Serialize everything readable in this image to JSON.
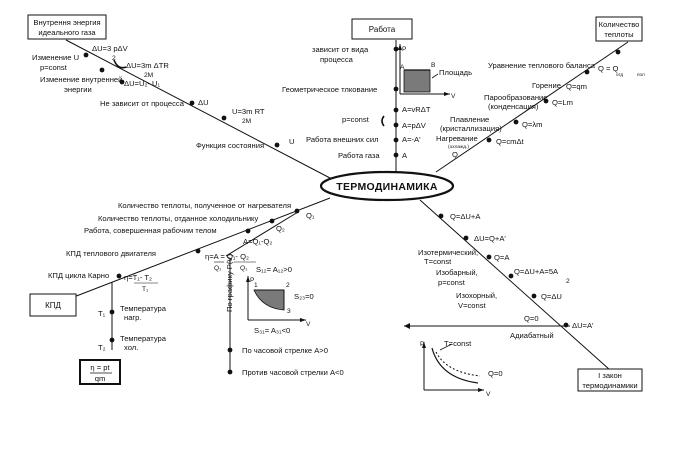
{
  "center": "ТЕРМОДИНАМИКА",
  "boxes": {
    "internal_energy": [
      "Внутрення энергия",
      "идеального газа"
    ],
    "work": "Работа",
    "heat": [
      "Количество",
      "теплоты"
    ],
    "efficiency": "КПД",
    "first_law": [
      "I закон",
      "термодинамики"
    ],
    "efficiency_formula": [
      "η = pt",
      "qm"
    ]
  },
  "internal_energy_branch": {
    "change_u": [
      "Изменение U",
      "p=const"
    ],
    "change_u_formula": [
      "ΔU=3 pΔV",
      "2"
    ],
    "change_u2": [
      "Изменение внутренней",
      "энергии"
    ],
    "du_formula": [
      "ΔU=3m ΔTR",
      "2M"
    ],
    "du_u2_u1": "ΔU=U₂- U₁",
    "independent": "Не зависит от процесса",
    "du": "ΔU",
    "u_formula": [
      "U=3m RT",
      "2M"
    ],
    "state_function": "Функция состояния",
    "u": "U"
  },
  "work_branch": {
    "depends": [
      "зависит от вида",
      "процесса"
    ],
    "geometric": "Геометрическое тлкование",
    "area": "Площадь",
    "axis_p": "P",
    "axis_v": "V",
    "point_a": "A",
    "point_b": "B",
    "pconst": "p=const",
    "a_vrt": "A=vRΔT",
    "a_pdv": "A=pΔV",
    "external": "Работа внешних сил",
    "a_minus": "A=-A'",
    "gas_work": "Работа газа",
    "a": "A"
  },
  "heat_branch": {
    "balance": "Уравнение теплового баланса",
    "balance_formula": "Q = Q",
    "balance_sub1": "отд",
    "balance_sub2": "пол",
    "combustion": "Горение",
    "q_qm": "Q=qm",
    "vaporization": [
      "Парообразование",
      "(конденсация)"
    ],
    "q_lm": "Q=Lm",
    "melting": [
      "Плавление",
      "(кристаллизация)"
    ],
    "q_lambda": "Q=λm",
    "heating": [
      "Нагревание",
      "(охлажд.)"
    ],
    "q_cm": "Q=cmΔt",
    "q": "Q"
  },
  "efficiency_branch": {
    "heat_received": "Количество теплоты, полученное от нагревателя",
    "heat_given": "Количество теплоты, отданное холодильнику",
    "work_done": "Работа, совершенная рабочим телом",
    "q1": "Q₁",
    "q2": "Q₂",
    "a_q1q2": "A=Q₁-Q₂",
    "engine_eff": "КПД теплового двигателя",
    "eta_formula": "η=A = Q₁- Q₂",
    "q1_den": "Q₁",
    "q1_den2": "Q₁",
    "carnot_eff": "КПД цикла Карно",
    "carnot_formula": "η=T₁- T₂",
    "t1_den": "T₁",
    "t1": "T₁",
    "t2": "T₂",
    "heater_temp": [
      "Температура",
      "нагр."
    ],
    "cooler_temp": [
      "Температура",
      "хол."
    ]
  },
  "graph_branch": {
    "by_graph": "По графику P(V)",
    "s12": "S₁₂= A₁₂>0",
    "s23": "S₂₃=0",
    "s31": "S₃₁= A₃₁<0",
    "n1": "1",
    "n2": "2",
    "n3": "3",
    "axis_p": "P",
    "axis_v": "V",
    "clockwise": "По часовой стрелке A>0",
    "counterclockwise": "Против часовой стрелки A<0"
  },
  "first_law_branch": {
    "q_du_a": "Q=ΔU+A",
    "du_q_a": "ΔU=Q+A'",
    "isothermal": [
      "Изотермический,",
      "T=const"
    ],
    "q_a": "Q=A",
    "isobaric": [
      "Изобарный,",
      "p=const"
    ],
    "q_du_5a": "Q=ΔU+A=5A",
    "five_a_den": "2",
    "isochoric": [
      "Изохорный,",
      "V=const"
    ],
    "q_du": "Q=ΔU",
    "q_zero": "Q=0",
    "du_a": "ΔU=A'",
    "adiabatic": "Адиабатный",
    "tconst": "T=const",
    "q_zero2": "Q=0",
    "axis_p": "P",
    "axis_v": "V"
  }
}
